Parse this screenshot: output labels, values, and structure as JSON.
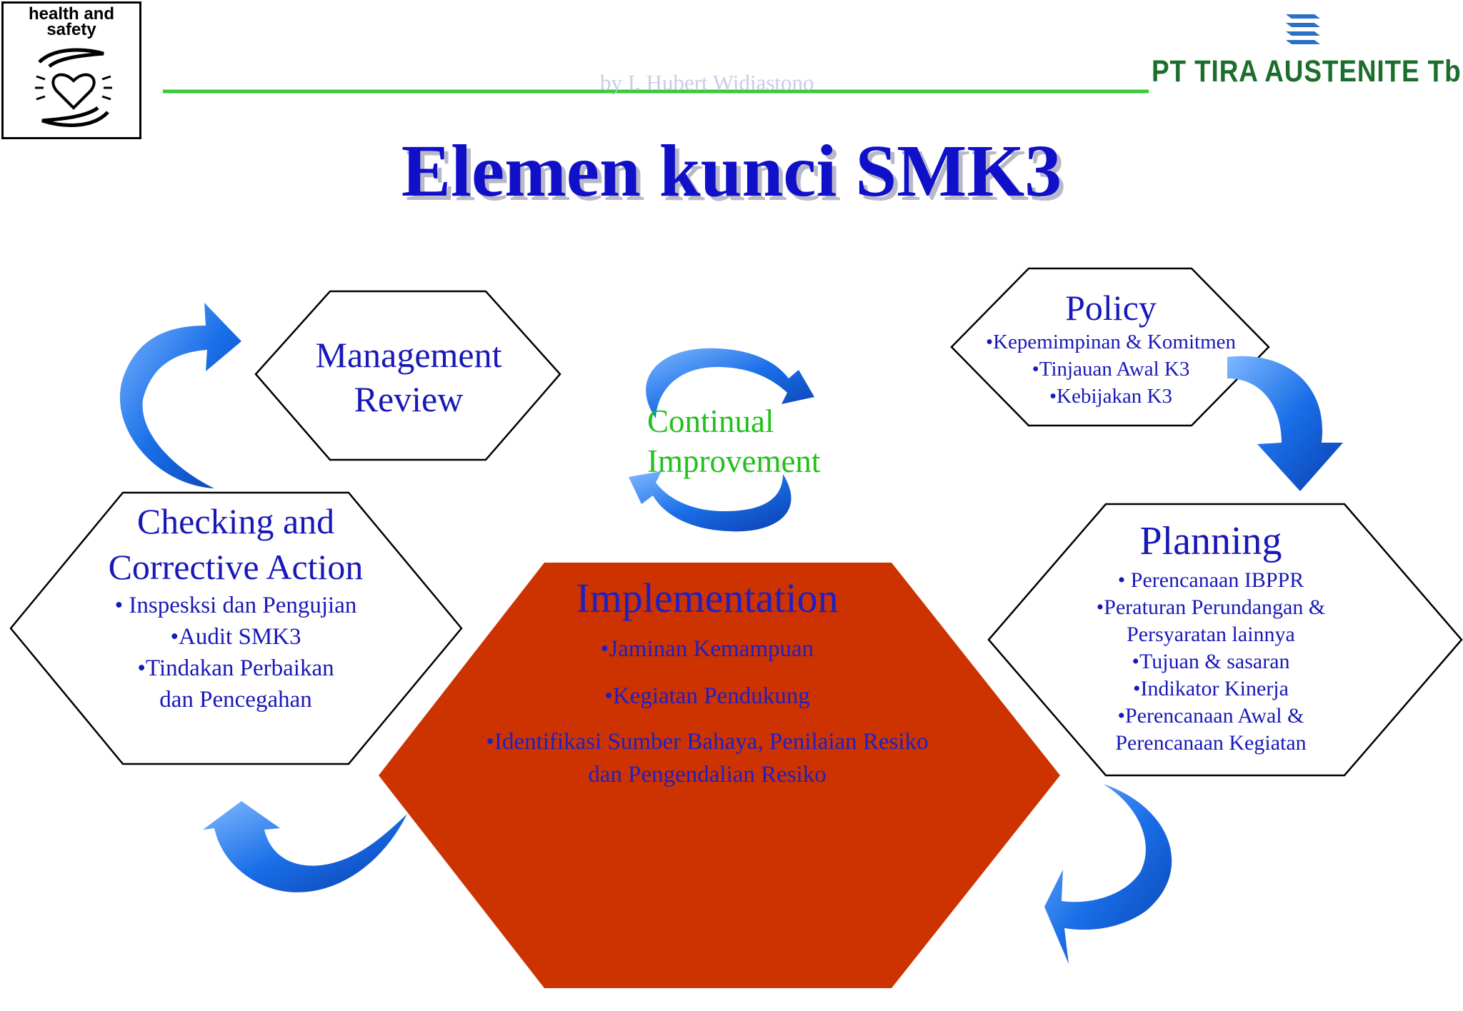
{
  "header": {
    "logo_text": [
      "health and",
      "safety"
    ],
    "author": "by I. Hubert Widiastono",
    "company": "PT TIRA AUSTENITE Tbk"
  },
  "title": "Elemen kunci SMK3",
  "center": {
    "lines": [
      "Continual",
      "Improvement"
    ]
  },
  "nodes": {
    "management_review": {
      "heading": [
        "Management",
        "Review"
      ]
    },
    "policy": {
      "heading": "Policy",
      "items": [
        "•Kepemimpinan & Komitmen",
        "•Tinjauan Awal K3",
        "•Kebijakan K3"
      ]
    },
    "checking": {
      "heading": [
        "Checking and",
        "Corrective Action"
      ],
      "items": [
        "• Inspesksi dan Pengujian",
        "•Audit SMK3",
        "•Tindakan Perbaikan",
        "dan Pencegahan"
      ]
    },
    "planning": {
      "heading": "Planning",
      "items": [
        "• Perencanaan IBPPR",
        "•Peraturan Perundangan &",
        "Persyaratan lainnya",
        "•Tujuan & sasaran",
        "•Indikator Kinerja",
        "•Perencanaan Awal &",
        "Perencanaan Kegiatan"
      ]
    },
    "implementation": {
      "heading": "Implementation",
      "items": [
        "•Jaminan Kemampuan",
        "•Kegiatan Pendukung",
        "•Identifikasi Sumber Bahaya, Penilaian Resiko",
        "dan Pengendalian Resiko"
      ]
    }
  },
  "colors": {
    "heading_text": "#1818b8",
    "title": "#1010c8",
    "implementation_fill": "#cc3300",
    "arrow": "#1a6fe8",
    "continual_text": "#22c01a",
    "rule_line": "#33cc33",
    "company": "#1c6e2c"
  }
}
